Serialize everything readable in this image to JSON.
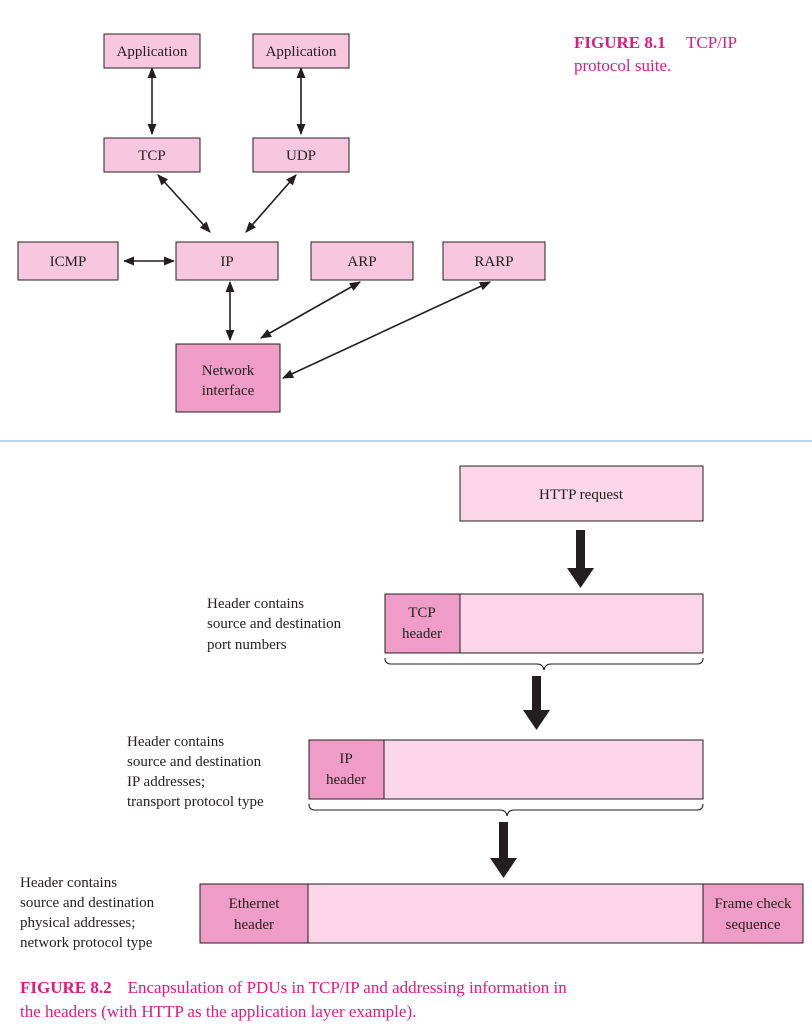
{
  "figure1": {
    "boxes": {
      "app_left": "Application",
      "app_right": "Application",
      "tcp": "TCP",
      "udp": "UDP",
      "icmp": "ICMP",
      "ip": "IP",
      "arp": "ARP",
      "rarp": "RARP",
      "netif_line1": "Network",
      "netif_line2": "interface"
    },
    "caption_number": "FIGURE 8.1",
    "caption_text_line1": "TCP/IP",
    "caption_text_line2": "protocol suite."
  },
  "figure2": {
    "http_request": "HTTP request",
    "tcp_note": [
      "Header contains",
      "source and destination",
      "port numbers"
    ],
    "tcp_header": [
      "TCP",
      "header"
    ],
    "ip_note": [
      "Header contains",
      "source and destination",
      "IP addresses;",
      "transport protocol type"
    ],
    "ip_header": [
      "IP",
      "header"
    ],
    "eth_note": [
      "Header contains",
      "source and destination",
      "physical addresses;",
      "network protocol type"
    ],
    "eth_header": [
      "Ethernet",
      "header"
    ],
    "fcs": [
      "Frame check",
      "sequence"
    ],
    "caption_number": "FIGURE 8.2",
    "caption_line1": "Encapsulation of PDUs in TCP/IP and addressing information in",
    "caption_line2": "the headers (with HTTP as the application layer example)."
  },
  "colors": {
    "box_fill": "#f7c6df",
    "box_dark_fill": "#ef9dc6",
    "caption": "#e2197e",
    "divider": "#bcd6ee"
  }
}
